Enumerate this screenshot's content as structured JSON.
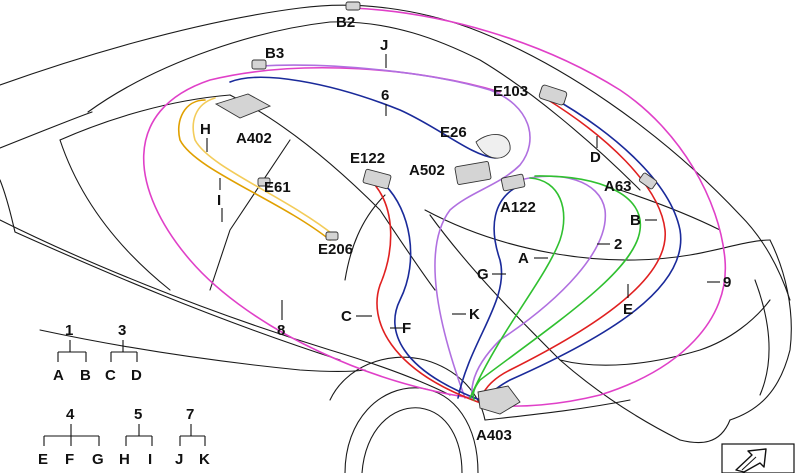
{
  "labels": {
    "B2": "B2",
    "B3": "B3",
    "J": "J",
    "n6": "6",
    "E103": "E103",
    "H": "H",
    "A402": "A402",
    "E26": "E26",
    "E122": "E122",
    "D": "D",
    "E61": "E61",
    "A502": "A502",
    "A63": "A63",
    "I": "I",
    "A122": "A122",
    "B": "B",
    "n2": "2",
    "A": "A",
    "E206": "E206",
    "G": "G",
    "n9": "9",
    "E": "E",
    "C": "C",
    "K": "K",
    "F": "F",
    "n8": "8",
    "A403": "A403"
  },
  "legend": [
    {
      "parent": "1",
      "children": [
        "A",
        "B"
      ]
    },
    {
      "parent": "3",
      "children": [
        "C",
        "D"
      ]
    },
    {
      "parent": "4",
      "children": [
        "E",
        "F",
        "G"
      ]
    },
    {
      "parent": "5",
      "children": [
        "H",
        "I"
      ]
    },
    {
      "parent": "7",
      "children": [
        "J",
        "K"
      ]
    }
  ],
  "colors": {
    "magenta": "#e040c8",
    "violet": "#b070e0",
    "navy": "#1a2a9a",
    "red": "#e02020",
    "green": "#30c030",
    "amber": "#e0a000",
    "amber_light": "#f3cc5a",
    "outline": "#1a1a1a"
  },
  "badge_icon": "arrow-navigation-icon"
}
